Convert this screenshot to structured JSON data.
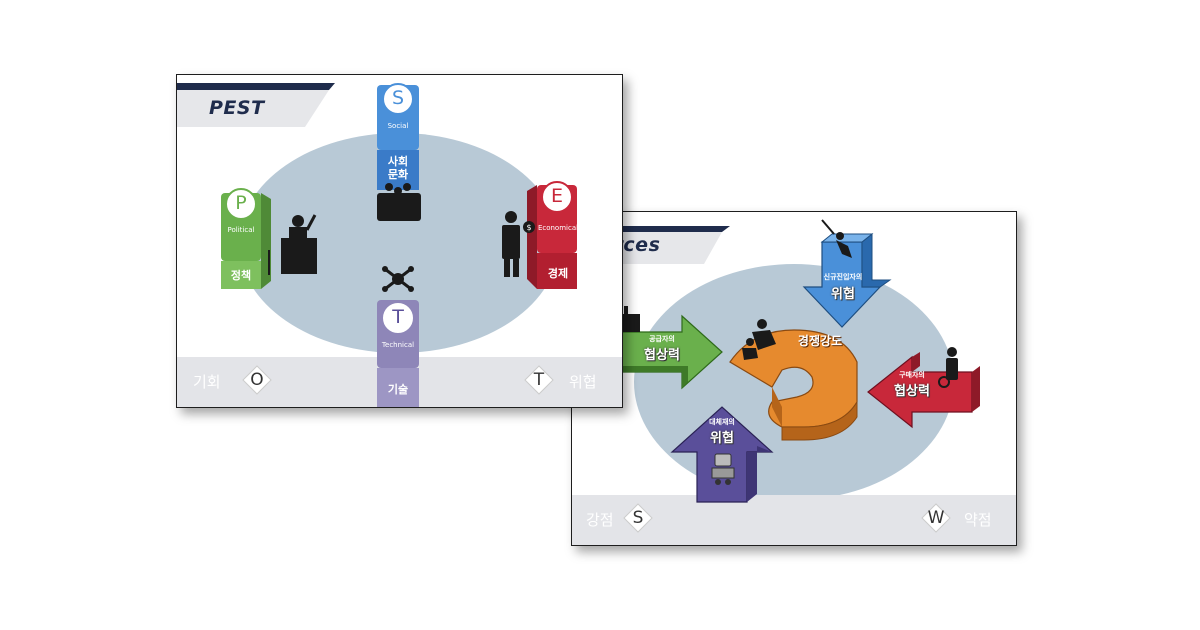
{
  "pest": {
    "title": "PEST",
    "factors": [
      {
        "letter": "P",
        "english": "Political",
        "korean": "정책",
        "color": "#6ab04c"
      },
      {
        "letter": "S",
        "english": "Social",
        "korean_line1": "사회",
        "korean_line2": "문화",
        "color": "#4a90d9"
      },
      {
        "letter": "E",
        "english": "Economical",
        "korean": "경제",
        "color": "#c8283a"
      },
      {
        "letter": "T",
        "english": "Technical",
        "korean": "기술",
        "color": "#8e86b8"
      }
    ],
    "corners": {
      "left_label": "기회",
      "left_letter": "O",
      "right_label": "위협",
      "right_letter": "T"
    }
  },
  "forces": {
    "title": "orces",
    "center_label": "경쟁강도",
    "arrows": [
      {
        "id": "new-entrants",
        "small": "신규진입자의",
        "big": "위협",
        "color": "#4a90d9"
      },
      {
        "id": "suppliers",
        "small": "공급자의",
        "big": "협상력",
        "color": "#6ab04c"
      },
      {
        "id": "buyers",
        "small": "구매자의",
        "big": "협상력",
        "color": "#c8283a"
      },
      {
        "id": "substitutes",
        "small": "대체재의",
        "big": "위협",
        "color": "#5a4f9a"
      }
    ],
    "corners": {
      "left_label": "강점",
      "left_letter": "S",
      "right_label": "약점",
      "right_letter": "W"
    }
  }
}
